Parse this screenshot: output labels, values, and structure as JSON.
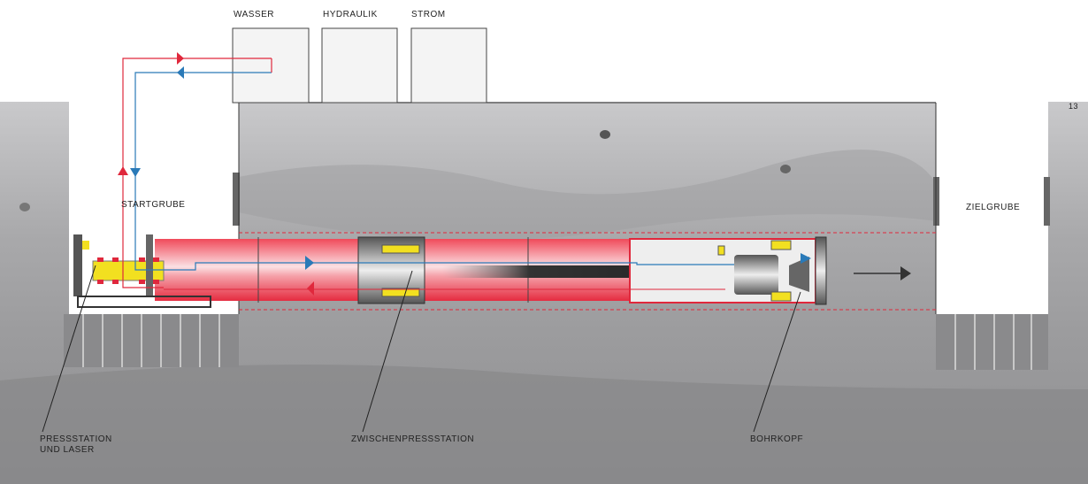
{
  "page_number": "13",
  "supply_boxes": [
    {
      "label": "WASSER"
    },
    {
      "label": "HYDRAULIK"
    },
    {
      "label": "STROM"
    }
  ],
  "pits": {
    "start": "STARTGRUBE",
    "target": "ZIELGRUBE"
  },
  "callouts": {
    "press_station_line1": "PRESSSTATION",
    "press_station_line2": "UND LASER",
    "intermediate_station": "ZWISCHENPRESSSTATION",
    "drill_head": "BOHRKOPF"
  },
  "colors": {
    "supply_red": "#e0283c",
    "return_blue": "#2a7ab8",
    "pipe_red": "#f0384c",
    "hydraulic_yellow": "#f2e020",
    "ground_gray": "#a8a8aa"
  }
}
